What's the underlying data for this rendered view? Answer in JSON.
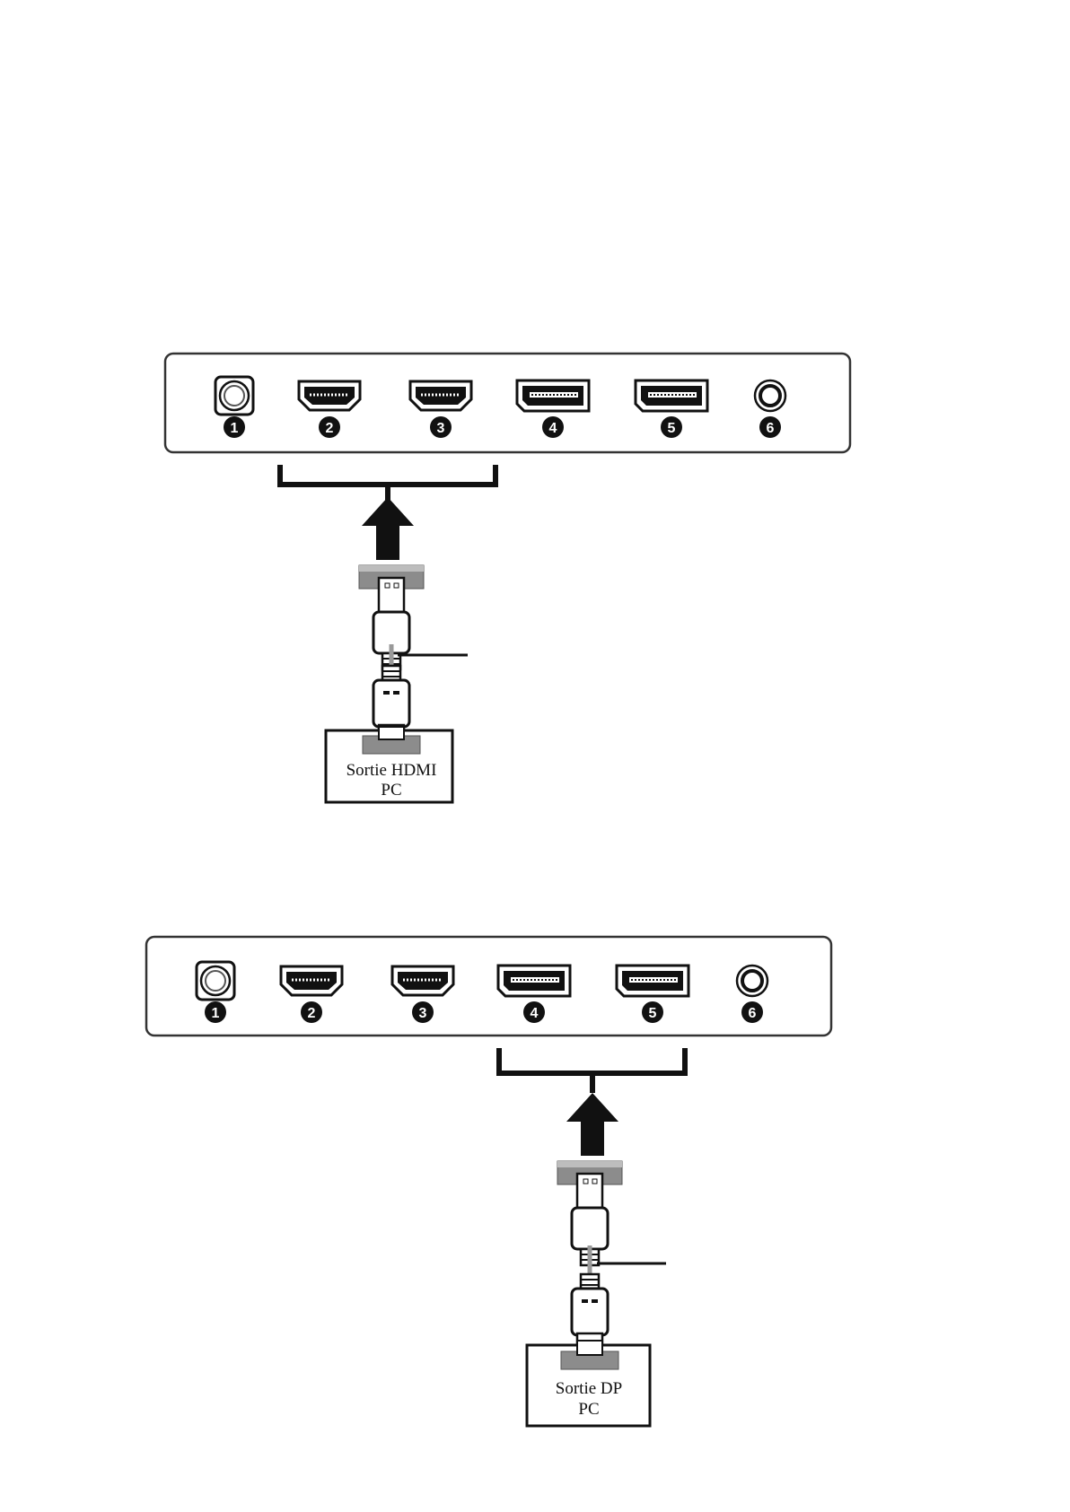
{
  "diagrams": [
    {
      "name": "hdmi-connection",
      "port_numbers": [
        "1",
        "2",
        "3",
        "4",
        "5",
        "6"
      ],
      "source_label_line1": "Sortie HDMI",
      "source_label_line2": "PC"
    },
    {
      "name": "dp-connection",
      "port_numbers": [
        "1",
        "2",
        "3",
        "4",
        "5",
        "6"
      ],
      "source_label_line1": "Sortie DP",
      "source_label_line2": "PC"
    }
  ],
  "colors": {
    "ink": "#111111",
    "connector_gray": "#8c8c8c",
    "panel_border": "#333333"
  },
  "icons": [
    "power-jack-icon",
    "hdmi-port-icon",
    "displayport-icon",
    "audio-jack-icon",
    "up-arrow-icon",
    "cable-plug-icon"
  ]
}
